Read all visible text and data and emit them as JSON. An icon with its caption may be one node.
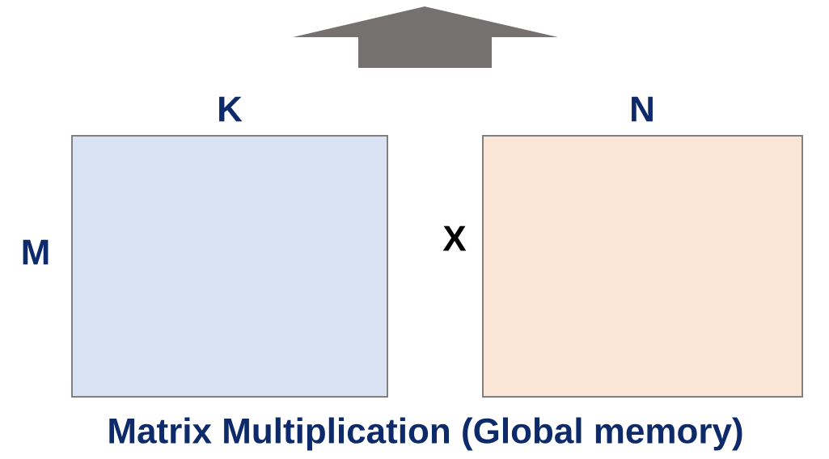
{
  "diagram": {
    "caption": "Matrix Multiplication (Global memory)",
    "nodes": [
      {
        "text": [],
        "shape": "box",
        "beside": [
          "K",
          "M"
        ]
      },
      {
        "text": [],
        "shape": "box",
        "beside": [
          "N"
        ]
      }
    ],
    "labels": [
      "X"
    ]
  }
}
